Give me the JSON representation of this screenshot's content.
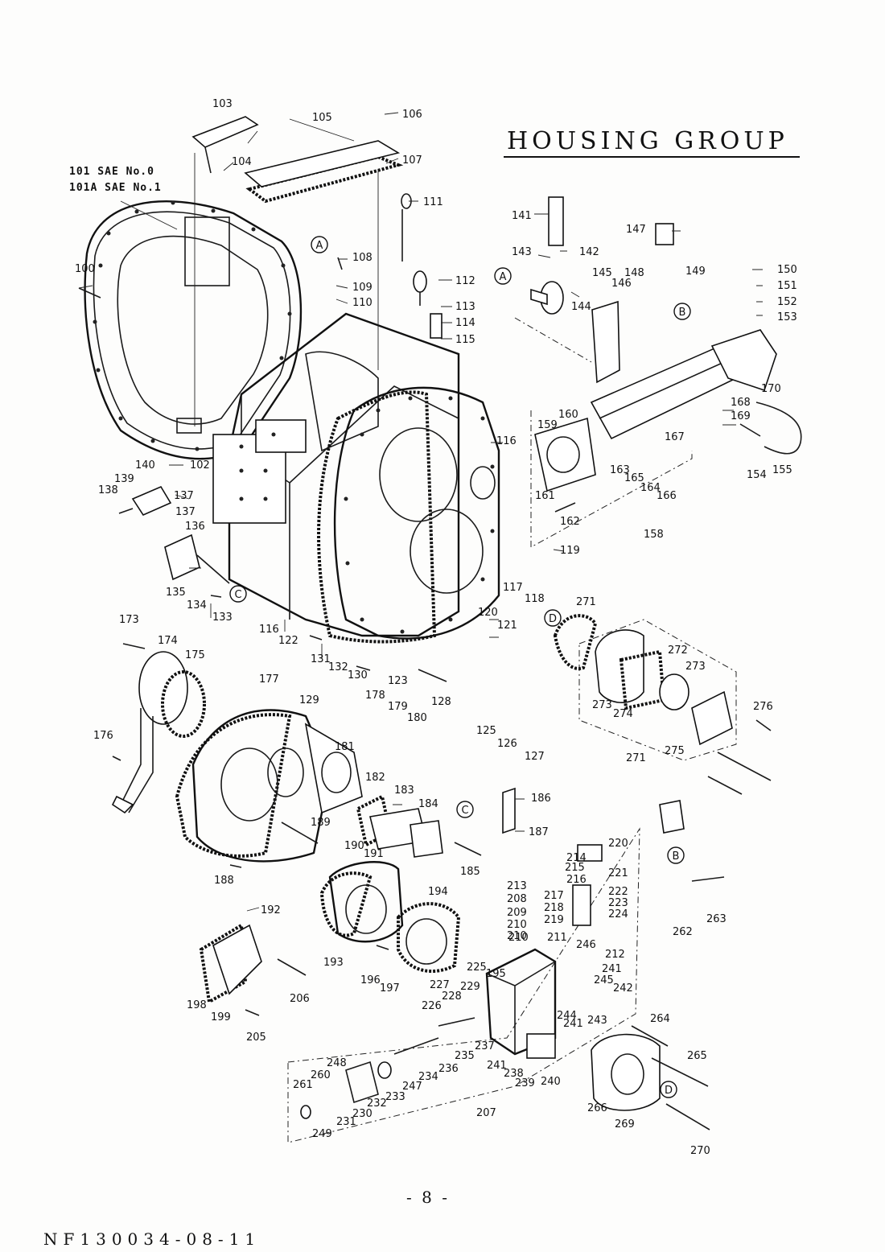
{
  "title": "HOUSING GROUP",
  "notes": [
    "101  SAE No.0",
    "101A SAE No.1"
  ],
  "page_number": "- 8 -",
  "document_number": "NF130034-08-11",
  "part_labels": [
    "100",
    "102",
    "103",
    "104",
    "105",
    "106",
    "107",
    "108",
    "109",
    "110",
    "111",
    "112",
    "113",
    "114",
    "115",
    "116",
    "116",
    "117",
    "118",
    "119",
    "120",
    "121",
    "122",
    "123",
    "125",
    "126",
    "127",
    "128",
    "129",
    "130",
    "131",
    "132",
    "133",
    "134",
    "135",
    "136",
    "137",
    "137",
    "138",
    "139",
    "140",
    "141",
    "142",
    "143",
    "144",
    "145",
    "146",
    "147",
    "148",
    "149",
    "150",
    "151",
    "152",
    "153",
    "154",
    "155",
    "158",
    "159",
    "160",
    "161",
    "162",
    "163",
    "164",
    "165",
    "166",
    "167",
    "168",
    "169",
    "170",
    "173",
    "174",
    "175",
    "176",
    "177",
    "178",
    "179",
    "180",
    "181",
    "182",
    "183",
    "184",
    "185",
    "186",
    "187",
    "188",
    "189",
    "190",
    "191",
    "192",
    "193",
    "194",
    "195",
    "196",
    "197",
    "198",
    "199",
    "205",
    "206",
    "207",
    "208",
    "209",
    "210",
    "210",
    "210",
    "211",
    "212",
    "213",
    "214",
    "215",
    "216",
    "217",
    "218",
    "219",
    "220",
    "221",
    "222",
    "223",
    "224",
    "225",
    "226",
    "227",
    "228",
    "229",
    "230",
    "231",
    "232",
    "233",
    "234",
    "235",
    "236",
    "237",
    "238",
    "239",
    "240",
    "241",
    "241",
    "241",
    "242",
    "243",
    "244",
    "245",
    "246",
    "247",
    "248",
    "249",
    "260",
    "261",
    "262",
    "263",
    "264",
    "265",
    "266",
    "269",
    "270",
    "271",
    "271",
    "272",
    "273",
    "273",
    "274",
    "275",
    "276"
  ],
  "callouts": [
    "A",
    "A",
    "B",
    "B",
    "C",
    "C",
    "D",
    "D"
  ]
}
